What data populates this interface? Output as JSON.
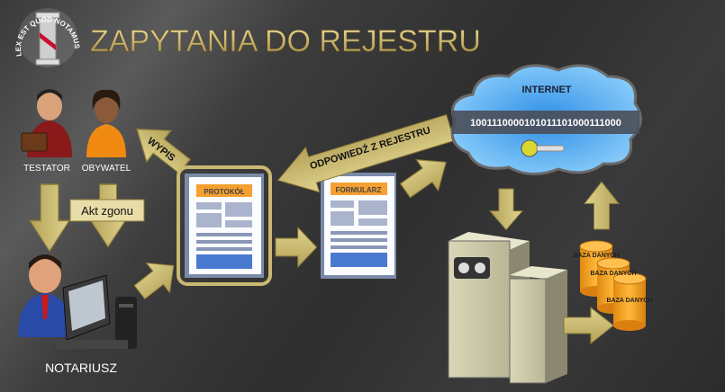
{
  "title": "ZAPYTANIA DO REJESTRU",
  "logo": {
    "text": "LEX EST QUOD NOTAMUS"
  },
  "actors": {
    "testator": "TESTATOR",
    "obywatel": "OBYWATEL",
    "notariusz": "NOTARIUSZ"
  },
  "labels": {
    "akt_zgonu": "Akt zgonu",
    "wypis": "WYPIS",
    "odpowiedz": "ODPOWIEDŹ Z REJESTRU"
  },
  "documents": {
    "protokol": "PROTOKÓŁ",
    "formularz": "FORMULARZ"
  },
  "cloud": {
    "title": "INTERNET",
    "binary": "1001110000101011101000111000"
  },
  "databases": [
    "BAZA DANYCH",
    "BAZA DANYCH",
    "BAZA DANYCH"
  ],
  "colors": {
    "arrow": "#c9b870",
    "doc_label": "#f5a030",
    "cloud": "#5ab4f0",
    "db": "#f5a21a"
  }
}
